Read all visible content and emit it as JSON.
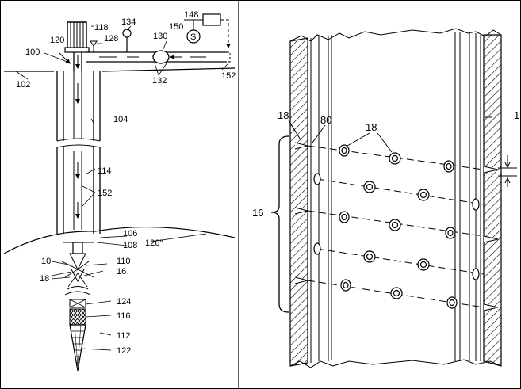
{
  "left_panel": {
    "labels": {
      "l100": "100",
      "l102": "102",
      "l104": "104",
      "l106": "106",
      "l108": "108",
      "l10": "10",
      "l110": "110",
      "l112": "112",
      "l114": "114",
      "l116": "116",
      "l118": "118",
      "l120": "120",
      "l122": "122",
      "l124": "124",
      "l126": "126\"",
      "l128": "128",
      "l130": "130",
      "l132": "132",
      "l134": "134",
      "l148": "148",
      "l150": "150",
      "l152a": "152",
      "l152b": "152",
      "l16": "16",
      "l18": "18",
      "pump_symbol": "S"
    }
  },
  "right_panel": {
    "labels": {
      "l18_left": "18",
      "l80": "80",
      "l18_top": "18",
      "l16": "16",
      "l1_clipped": "1"
    }
  }
}
